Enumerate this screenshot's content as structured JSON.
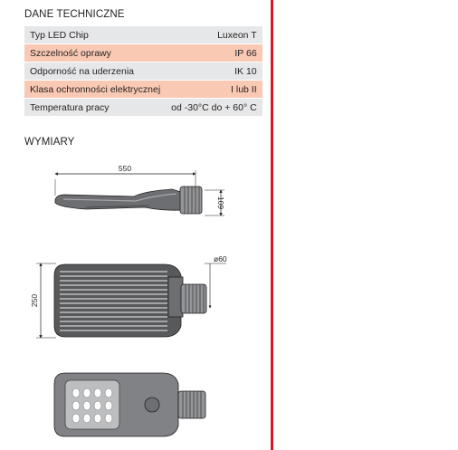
{
  "headings": {
    "technical": "DANE TECHNICZNE",
    "dimensions": "WYMIARY"
  },
  "specs": [
    {
      "label": "Typ LED Chip",
      "value": "Luxeon T"
    },
    {
      "label": "Szczelność oprawy",
      "value": "IP 66"
    },
    {
      "label": "Odporność na uderzenia",
      "value": "IK 10"
    },
    {
      "label": "Klasa ochronności elektrycznej",
      "value": "I lub II"
    },
    {
      "label": "Temperatura pracy",
      "value": "od -30°C do + 60° C"
    }
  ],
  "dimension_labels": {
    "length": "550",
    "side_height": "109",
    "diameter": "ø60",
    "width": "250"
  },
  "colors": {
    "row_gray": "#e6e7e8",
    "row_salmon": "#f9c9b4",
    "accent_line": "#d71920"
  }
}
